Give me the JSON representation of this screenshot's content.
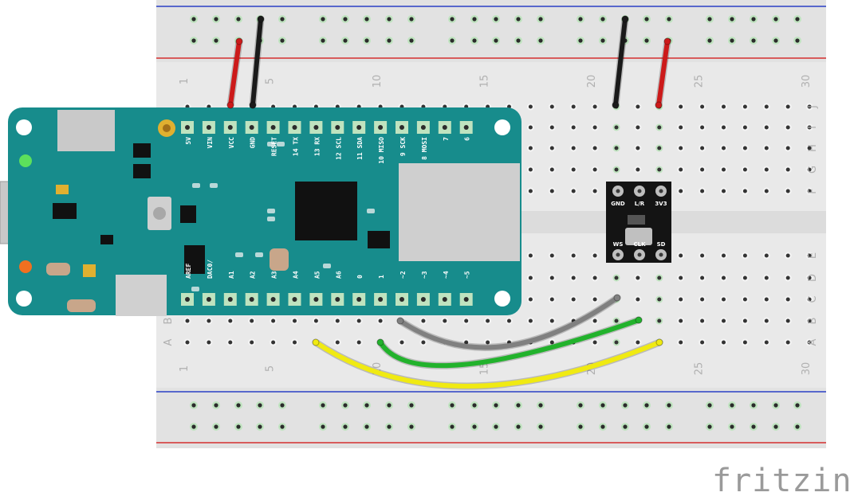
{
  "brand": {
    "wordmark": "fritzing"
  },
  "breadboard": {
    "column_numbers": [
      "1",
      "5",
      "10",
      "15",
      "20",
      "25",
      "30"
    ],
    "row_letters_top": [
      "J",
      "I",
      "H",
      "G",
      "F"
    ],
    "row_letters_bottom": [
      "E",
      "D",
      "C",
      "B",
      "A"
    ]
  },
  "arduino": {
    "header_top": [
      "5V",
      "VIN",
      "VCC",
      "GND",
      "RESET",
      "14 TX",
      "13 RX",
      "12 SCL",
      "11 SDA",
      "10 MISO",
      "9 SCK",
      "8 MOSI",
      "7",
      "6"
    ],
    "header_bottom": [
      "AREF",
      "DAC0/",
      "A1",
      "A2",
      "A3",
      "A4",
      "A5",
      "A6",
      "0",
      "1",
      "~2",
      "~3",
      "~4",
      "~5"
    ]
  },
  "sensor": {
    "pins_top": [
      "GND",
      "L/R",
      "3V3"
    ],
    "pins_bottom": [
      "WS",
      "CLK",
      "SD"
    ]
  },
  "colors": {
    "board_teal": "#178c8c",
    "breadboard": "#e9e9e9",
    "wire_red": "#cc1a1a",
    "wire_black": "#1a1a1a",
    "wire_gray": "#808080",
    "wire_green": "#22b22c",
    "wire_yellow": "#f0ea12",
    "rail_red": "#d43030",
    "rail_blue": "#2a3fc4"
  }
}
